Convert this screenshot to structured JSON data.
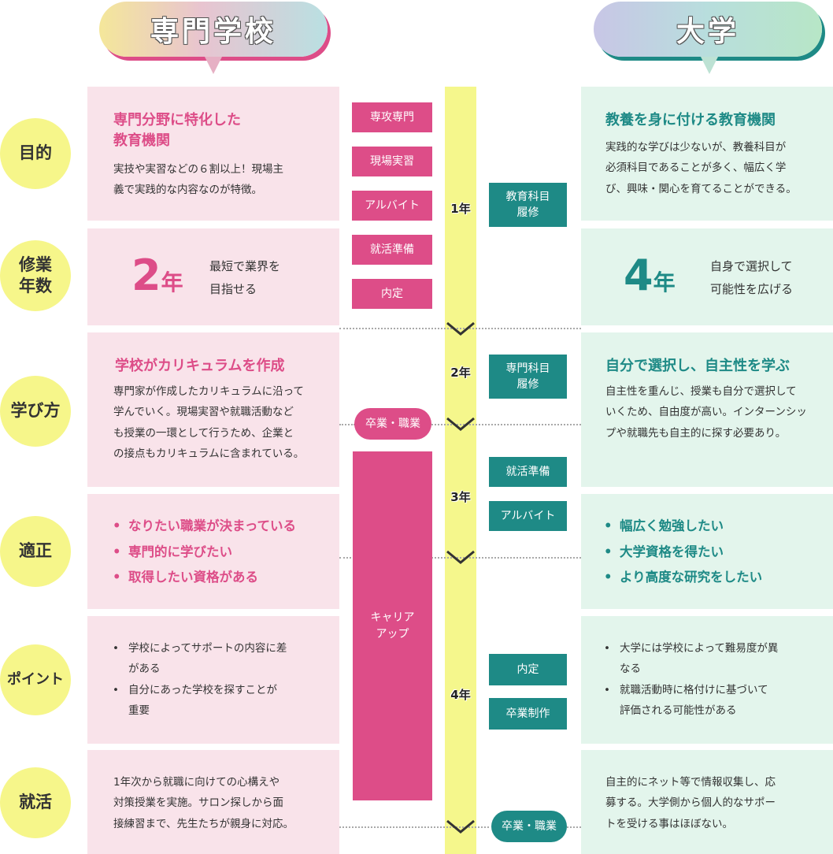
{
  "header": {
    "left_title": "専門学校",
    "right_title": "大学"
  },
  "categories": [
    "目的",
    "修業\n年数",
    "学び方",
    "適正",
    "ポイント",
    "就活"
  ],
  "years": [
    "1年",
    "2年",
    "3年",
    "4年"
  ],
  "left": {
    "purpose_title": "専門分野に特化した\n教育機関",
    "purpose_text": "実技や実習などの６割以上！現場主\n義で実践的な内容なのが特徴。",
    "duration_number": "2",
    "duration_unit": "年",
    "duration_text": "最短で業界を\n目指せる",
    "method_title": "学校がカリキュラムを作成",
    "method_text": "専門家が作成したカリキュラムに沿って\n学んでいく。現場実習や就職活動など\nも授業の一環として行うため、企業と\nの接点もカリキュラムに含まれている。",
    "aptitude": [
      "なりたい職業が決まっている",
      "専門的に学びたい",
      "取得したい資格がある"
    ],
    "points": [
      "学校によってサポートの内容に差\nがある",
      "自分にあった学校を探すことが\n重要"
    ],
    "job_text": "1年次から就職に向けての心構えや\n対策授業を実施。サロン探しから面\n接練習まで、先生たちが親身に対応。"
  },
  "right": {
    "purpose_title": "教養を身に付ける教育機関",
    "purpose_text": "実践的な学びは少ないが、教養科目が\n必須科目であることが多く、幅広く学\nび、興味・関心を育てることができる。",
    "duration_number": "4",
    "duration_unit": "年",
    "duration_text": "自身で選択して\n可能性を広げる",
    "method_title": "自分で選択し、自主性を学ぶ",
    "method_text": "自主性を重んじ、授業も自分で選択して\nいくため、自由度が高い。インターンシッ\nプや就職先も自主的に探す必要あり。",
    "aptitude": [
      "幅広く勉強したい",
      "大学資格を得たい",
      "より高度な研究をしたい"
    ],
    "points": [
      "大学には学校によって難易度が異\nなる",
      "就職活動時に格付けに基づいて\n評価される可能性がある"
    ],
    "job_text": "自主的にネット等で情報収集し、応\n募する。大学側から個人的なサポー\nトを受ける事はほぼない。"
  },
  "timeline_left": {
    "steps": [
      "専攻専門",
      "現場実習",
      "アルバイト",
      "就活準備",
      "内定"
    ],
    "graduation": "卒業・職業",
    "career": "キャリア\nアップ"
  },
  "timeline_right": {
    "year1": "教育科目\n履修",
    "year2": "専門科目\n履修",
    "year3": [
      "就活準備",
      "アルバイト"
    ],
    "year4": [
      "内定",
      "卒業制作"
    ],
    "graduation": "卒業・職業"
  },
  "colors": {
    "pink": "#dd4d88",
    "teal": "#1e8a86",
    "yellow": "#f5f78c",
    "pink_panel": "#f9e3ea",
    "green_panel": "#e3f5ec"
  }
}
